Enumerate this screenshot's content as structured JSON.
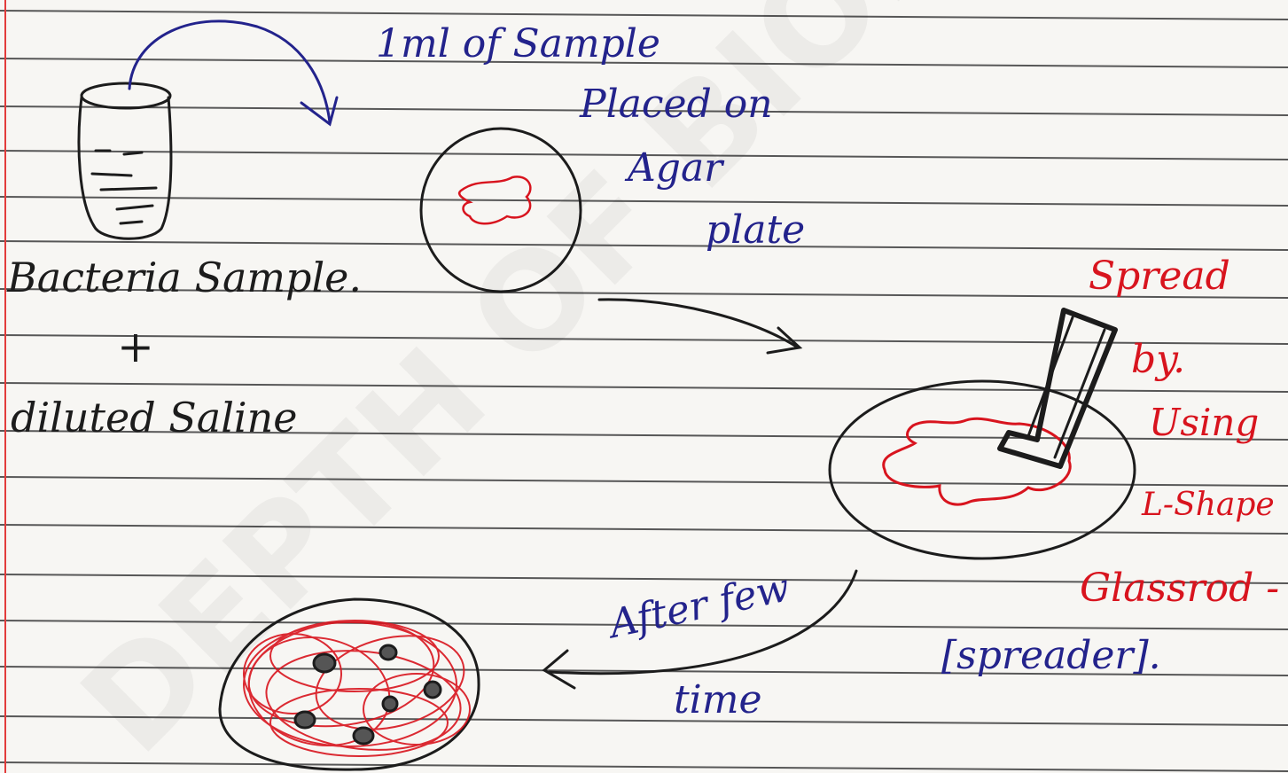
{
  "diagram": {
    "labels": {
      "beaker": "Bacteria Sample.",
      "plus": "+",
      "saline": "diluted Saline",
      "sample_line1": "1ml of Sample",
      "sample_line2": "Placed on",
      "sample_line3": "Agar",
      "sample_line4": "plate",
      "spread_line1": "Spread",
      "spread_line2": "by.",
      "spread_line3": "Using",
      "spread_line4": "L-Shape",
      "spread_line5": "Glassrod -",
      "spreader": "[spreader].",
      "after_line1": "After few",
      "after_line2": "time"
    },
    "watermark": "DEPTH OF BIOLOGY"
  },
  "colors": {
    "paper": "#f7f6f3",
    "ruled_line": "#3c3c3c",
    "margin_line": "#e23b3b",
    "ink_black": "#1c1c1c",
    "ink_blue": "#23238c",
    "ink_red": "#d8141e"
  },
  "icons": [
    "beaker-icon",
    "petri-dish-icon",
    "l-shaped-glass-rod-icon",
    "arrow-icon"
  ]
}
